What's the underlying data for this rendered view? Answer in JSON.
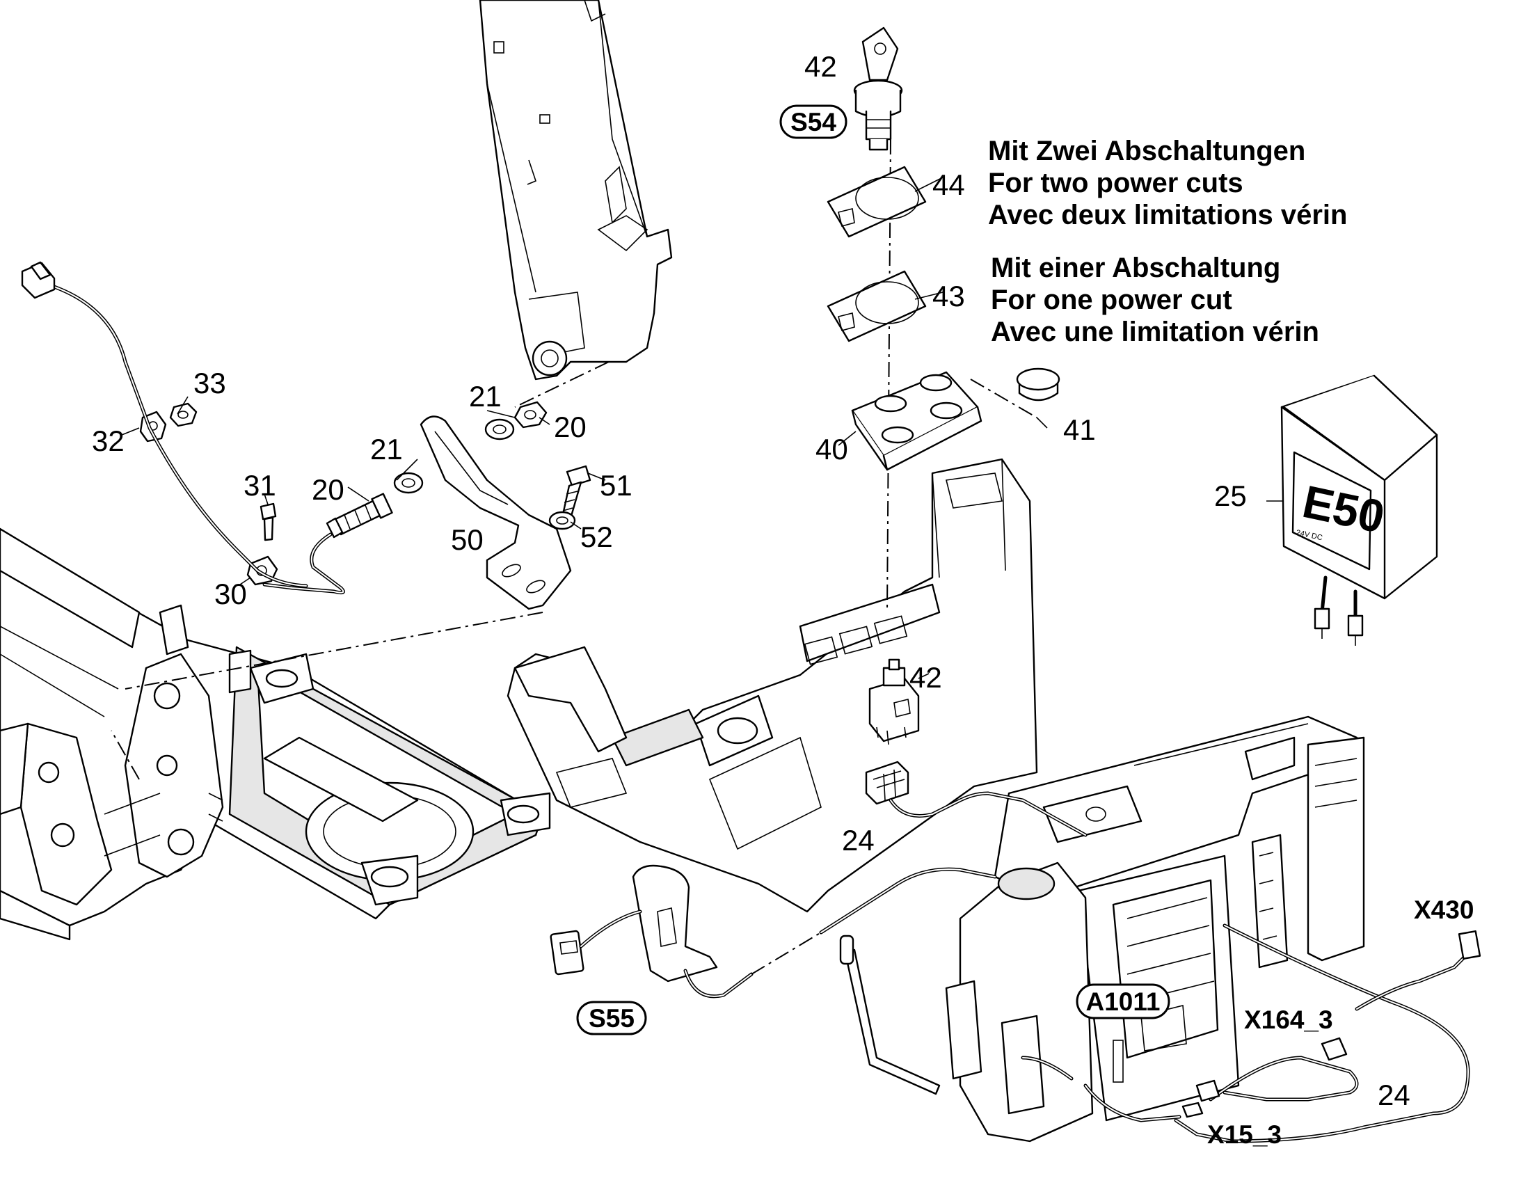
{
  "parts": {
    "p42_top": "42",
    "p44": "44",
    "p43": "43",
    "p40": "40",
    "p41": "41",
    "p42_mid": "42",
    "p24_mid": "24",
    "p25": "25",
    "p21_a": "21",
    "p20_a": "20",
    "p21_b": "21",
    "p20_b": "20",
    "p33": "33",
    "p32": "32",
    "p31": "31",
    "p30": "30",
    "p51": "51",
    "p52": "52",
    "p50": "50",
    "p24_bottom": "24"
  },
  "tags": {
    "s54": "S54",
    "s55": "S55",
    "a1011": "A1011",
    "x430": "X430",
    "x164": "X164_3",
    "x15": "X15_3"
  },
  "notes": {
    "two_cuts": [
      "Mit Zwei Abschaltungen",
      "For two power cuts",
      "Avec deux limitations vérin"
    ],
    "one_cut": [
      "Mit einer Abschaltung",
      "For one power cut",
      "Avec une limitation vérin"
    ]
  },
  "control_box": {
    "label": "E50",
    "voltage": "24V DC"
  }
}
